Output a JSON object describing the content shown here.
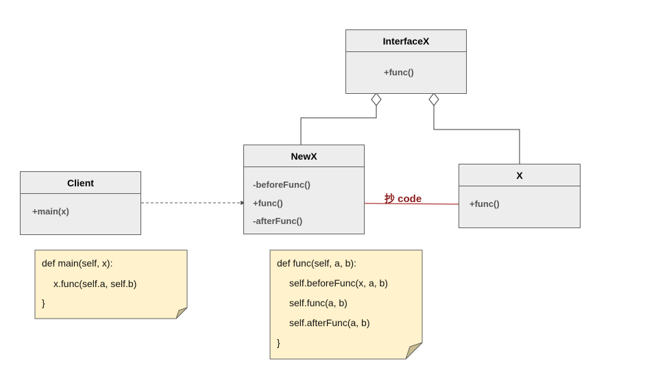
{
  "classes": {
    "interfacex": {
      "name": "InterfaceX",
      "members": [
        "+func()"
      ]
    },
    "newx": {
      "name": "NewX",
      "members": [
        "-beforeFunc()",
        "+func()",
        "-afterFunc()"
      ]
    },
    "client": {
      "name": "Client",
      "members": [
        "+main(x)"
      ]
    },
    "x": {
      "name": "X",
      "members": [
        "+func()"
      ]
    }
  },
  "copy_label": "抄 code",
  "notes": {
    "client": [
      "def main(self, x):",
      "x.func(self.a, self.b)",
      "}"
    ],
    "newx": [
      "def func(self, a, b):",
      "self.beforeFunc(x, a, b)",
      "self.func(a, b)",
      "self.afterFunc(a, b)",
      "}"
    ]
  },
  "colors": {
    "box_fill": "#ededed",
    "box_border": "#5e5e5e",
    "note_fill": "#fff2cc",
    "note_border": "#5e5e5e",
    "arrow_red": "#990000",
    "label_red": "#8b1a1a"
  }
}
